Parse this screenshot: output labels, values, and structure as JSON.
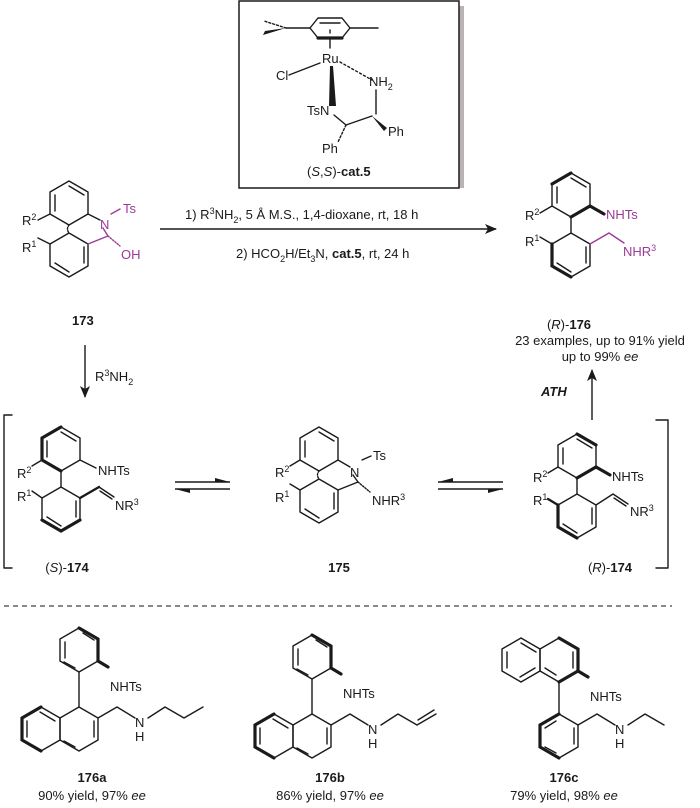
{
  "catalyst": {
    "name_prefix": "(",
    "stereo_S1": "S",
    "comma": ",",
    "stereo_S2": "S",
    "name_mid": ")-",
    "name_bold": "cat.5",
    "metal": "Ru",
    "chloride": "Cl",
    "amine": "NH",
    "amine_sub": "2",
    "tsn": "TsN",
    "ph1": "Ph",
    "ph2": "Ph"
  },
  "conditions": {
    "step1_prefix": "1) R",
    "step1_sup": "3",
    "step1_mid": "NH",
    "step1_sub": "2",
    "step1_rest": ", 5 Å M.S., 1,4-dioxane, rt, 18 h",
    "step2_prefix": "2) HCO",
    "step2_sub1": "2",
    "step2_mid": "H/Et",
    "step2_sub2": "3",
    "step2_n": "N, ",
    "step2_bold": "cat.5",
    "step2_rest": ", rt, 24 h"
  },
  "compounds": {
    "c173": {
      "label": "173",
      "r1": "R",
      "r1_sup": "1",
      "r2": "R",
      "r2_sup": "2",
      "n": "N",
      "ts": "Ts",
      "oh": "OH"
    },
    "c176": {
      "label_prefix": "(",
      "label_stereo": "R",
      "label_mid": ")-",
      "label_bold": "176",
      "r1": "R",
      "r1_sup": "1",
      "r2": "R",
      "r2_sup": "2",
      "nhts": "NHTs",
      "nhr": "NHR",
      "nhr_sup": "3",
      "summary1": "23 examples, up to 91% yield",
      "summary2_prefix": "up to 99% ",
      "summary2_ee": "ee"
    },
    "s174": {
      "label_prefix": "(",
      "label_stereo": "S",
      "label_mid": ")-",
      "label_bold": "174",
      "r1": "R",
      "r1_sup": "1",
      "r2": "R",
      "r2_sup": "2",
      "nhts": "NHTs",
      "nr": "NR",
      "nr_sup": "3"
    },
    "c175": {
      "label": "175",
      "r1": "R",
      "r1_sup": "1",
      "r2": "R",
      "r2_sup": "2",
      "n": "N",
      "ts": "Ts",
      "nhr": "NHR",
      "nhr_sup": "3"
    },
    "r174": {
      "label_prefix": "(",
      "label_stereo": "R",
      "label_mid": ")-",
      "label_bold": "174",
      "r1": "R",
      "r1_sup": "1",
      "r2": "R",
      "r2_sup": "2",
      "nhts": "NHTs",
      "nr": "NR",
      "nr_sup": "3"
    }
  },
  "arrows": {
    "down_reagent": "R",
    "down_reagent_sup": "3",
    "down_reagent_rest": "NH",
    "down_reagent_sub": "2",
    "ath": "ATH"
  },
  "examples": [
    {
      "label": "176a",
      "yield": "90% yield, 97% ",
      "ee": "ee",
      "nhts": "NHTs",
      "n": "N",
      "h": "H"
    },
    {
      "label": "176b",
      "yield": "86% yield, 97% ",
      "ee": "ee",
      "nhts": "NHTs",
      "n": "N",
      "h": "H"
    },
    {
      "label": "176c",
      "yield": "79% yield, 98% ",
      "ee": "ee",
      "nhts": "NHTs",
      "n": "N",
      "h": "H"
    }
  ],
  "colors": {
    "highlight": "#9b3b97",
    "ink": "#1a1a1a",
    "box_shadow": "#b9b3b3"
  }
}
